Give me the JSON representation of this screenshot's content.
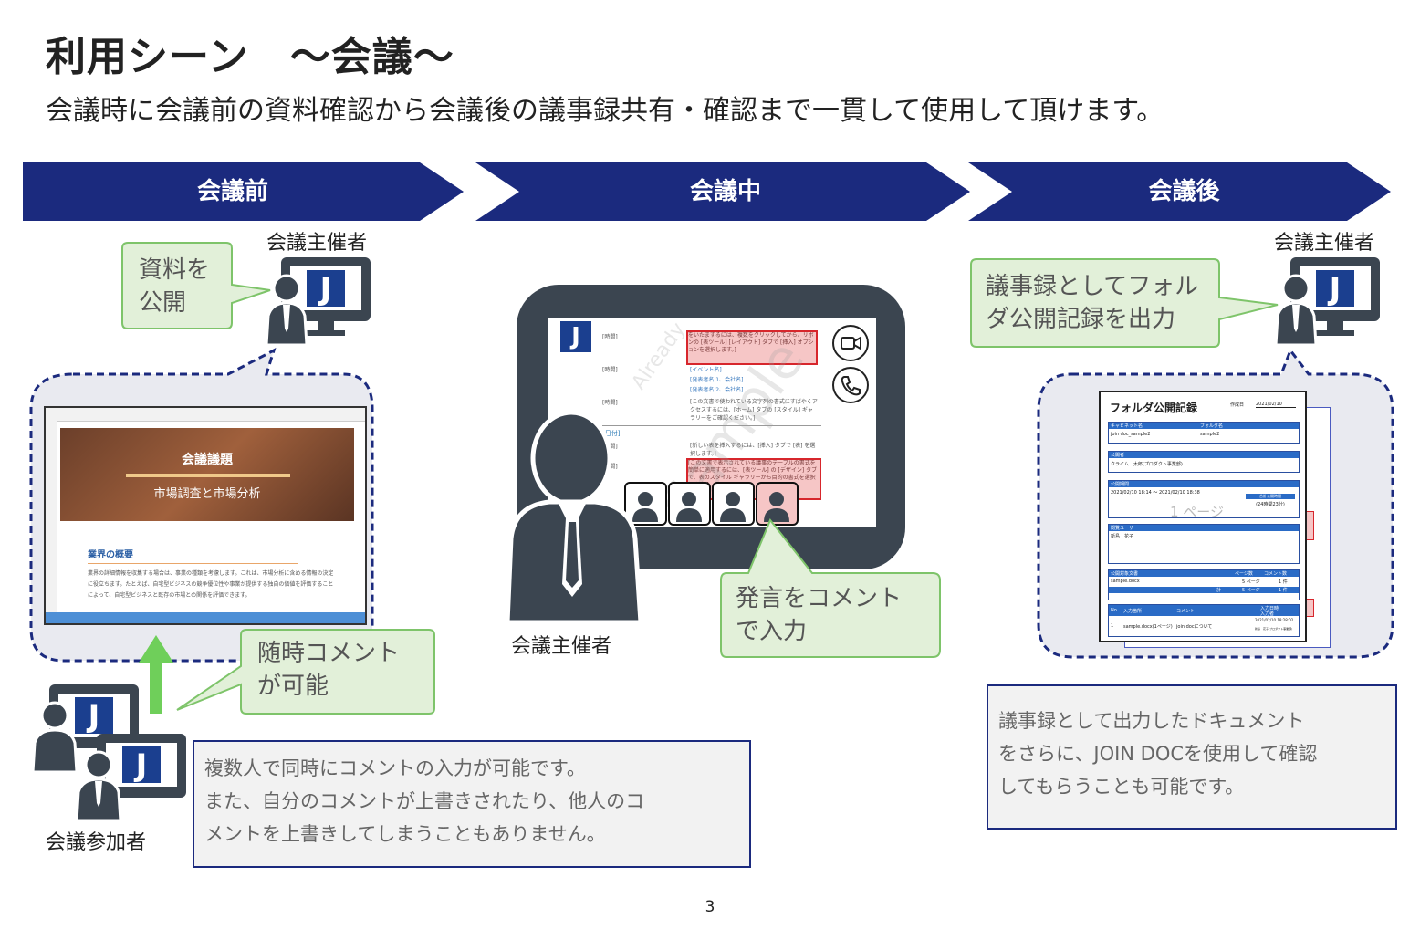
{
  "title": "利用シーン　～会議～",
  "subtitle": "会議時に会議前の資料確認から会議後の議事録共有・確認まで一貫して使用して頂けます。",
  "phases": [
    {
      "label": "会議前"
    },
    {
      "label": "会議中"
    },
    {
      "label": "会議後"
    }
  ],
  "colors": {
    "navy": "#1b2a7e",
    "green_fill": "#e2f0d9",
    "green_border": "#7ec46a",
    "icon_dark": "#3b4550",
    "arrow_green": "#6fcf5a"
  },
  "before": {
    "host_label": "会議主催者",
    "callout_publish": "資料を\n公開",
    "doc_preview": {
      "header_title": "会議議題",
      "header_subtitle": "市場調査と市場分析",
      "section_heading": "業界の概要",
      "body_text": "業界の詳細情報を収集する場合は、事業の種類を考慮します。これは、市場分析に含める情報の決定に役立ちます。たとえば、自宅型ビジネスの競争優位性や事業が提供する独自の価値を評価することによって、自宅型ビジネスと既存の市場との関係を評価できます。"
    },
    "callout_comment": "随時コメント\nが可能",
    "participant_label": "会議参加者",
    "note": "複数人で同時にコメントの入力が可能です。\nまた、自分のコメントが上書きされたり、他人のコ\nメントを上書きしてしまうこともありません。"
  },
  "during": {
    "host_label": "会議主催者",
    "callout_comment": "発言をコメント\nで入力",
    "watermark": "Sample",
    "watermark2": "Already",
    "screen_rows": [
      {
        "label": "[時間]",
        "text": "をいたまするには、複数をクリックしてから、リボンの [表ツール] [レイアウト] タブで [挿入] オプションを選択します。]"
      },
      {
        "label": "[時間]",
        "text": "[イベント名]\n[発表者名 1、会社名]\n[発表者名 2、会社名]"
      },
      {
        "label": "[時間]",
        "text": "[この文書で使われている文字列の書式にすばやくアクセスするには、[ホーム] タブの [スタイル] ギャラリーをご確認ください。]"
      },
      {
        "label": "[日付]",
        "text": ""
      },
      {
        "label": "[時間]",
        "text": "[新しい表を挿入するには、[挿入] タブで [表] を選択します。]"
      },
      {
        "label": "[時間]",
        "text": "[この文書で表示されている議事のテーブルの書式を簡単に適用するには、[表ツール] の [デザイン] タブで、表のスタイル ギャラリーから目的の書式を選択します。]"
      }
    ]
  },
  "after": {
    "host_label": "会議主催者",
    "callout_record": "議事録としてフォル\nダ公開記録を出力",
    "record": {
      "title": "フォルダ公開記録",
      "created_label": "作成日",
      "created_date": "2021/02/10",
      "workspace_label": "キャビネット名",
      "workspace_value": "join doc_sample2",
      "folder_label": "フォルダ名",
      "folder_value": "sample2",
      "publisher_label": "公開者",
      "publisher_value": "クライム　太郎(プロダクト事業部)",
      "period_label": "公開期間",
      "period_value": "2021/02/10 18:14 〜 2021/02/10 18:38",
      "total_label": "合計公開時間",
      "total_value": "(24時間23分)",
      "page_marker": "1 ページ",
      "users_label": "閲覧ユーザー",
      "users_value": "新島　花子",
      "docs_label": "公開対象文書",
      "pages_label": "ページ数",
      "comments_label": "コメント数",
      "doc_name": "sample.docx",
      "doc_pages": "5 ページ",
      "doc_comments": "1 件",
      "total_row_label": "計",
      "total_pages": "5 ページ",
      "total_comments": "1 件",
      "col_no": "No",
      "col_place": "入力箇所",
      "col_comment": "コメント",
      "col_datetime": "入力日時",
      "col_author": "入力者",
      "row_no": "1",
      "row_place": "sample.docx(1ページ)",
      "row_comment": "join docについて",
      "row_datetime": "2021/02/10 18:28:02",
      "row_author": "新島　花子(プロダクト事業部)"
    },
    "note": "議事録として出力したドキュメント\nをさらに、JOIN DOCを使用して確認\nしてもらうことも可能です。"
  },
  "page_number": "3"
}
